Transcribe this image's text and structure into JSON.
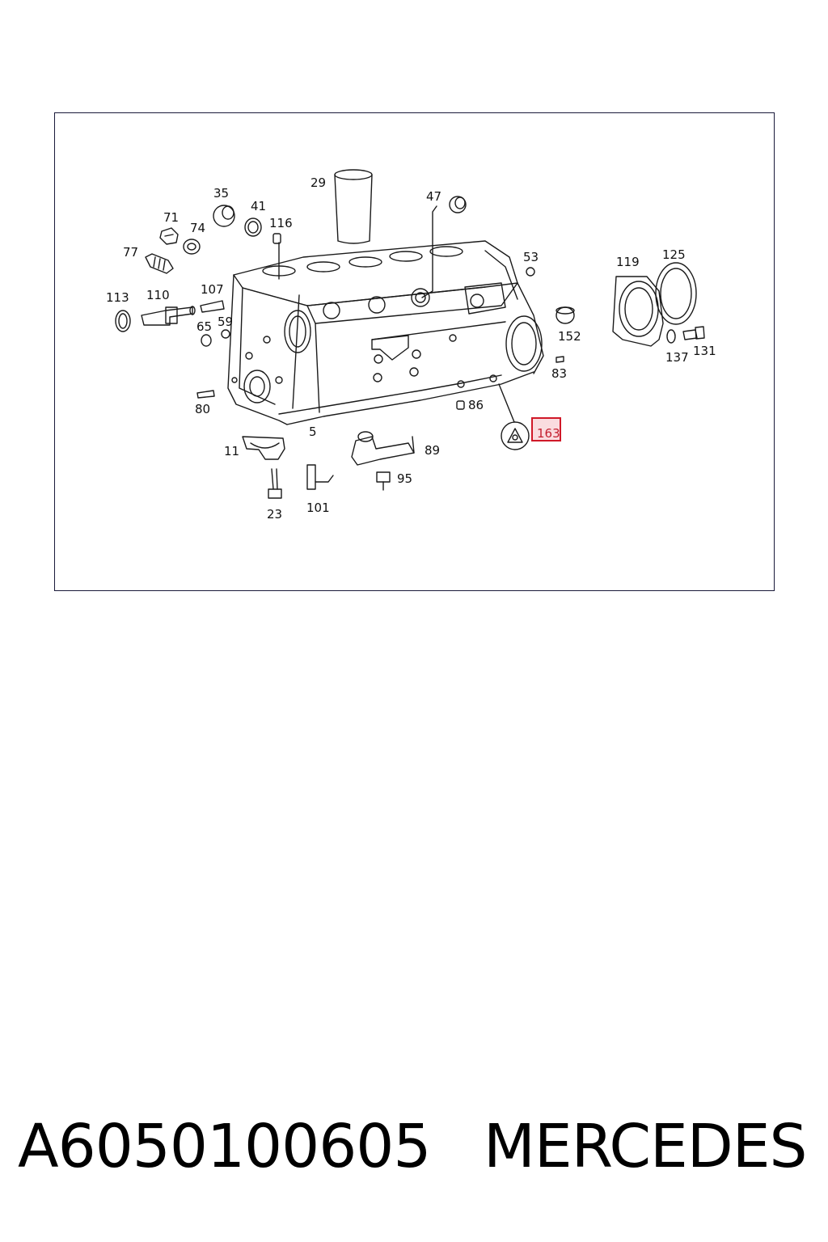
{
  "diagram": {
    "callouts": [
      "29",
      "35",
      "41",
      "47",
      "71",
      "74",
      "116",
      "77",
      "53",
      "119",
      "125",
      "113",
      "110",
      "107",
      "65",
      "59",
      "152",
      "137",
      "131",
      "83",
      "80",
      "86",
      "5",
      "163",
      "11",
      "89",
      "95",
      "23",
      "101"
    ],
    "highlighted_callout": "163"
  },
  "footer": {
    "part_number": "A6050100605",
    "brand": "MERCEDES"
  },
  "colors": {
    "line": "#1a1a1a",
    "frame": "#1a1a3a",
    "highlight": "#d01828"
  }
}
